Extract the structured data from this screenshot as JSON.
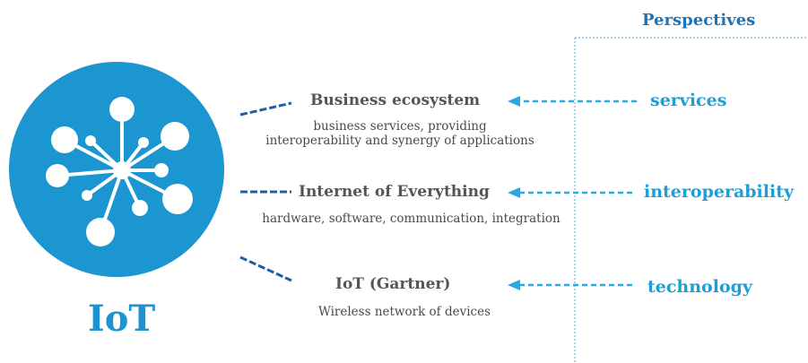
{
  "perspectives": {
    "heading": "Perspectives",
    "items": [
      "services",
      "interoperability",
      "technology"
    ]
  },
  "iot": {
    "label": "IoT"
  },
  "layers": [
    {
      "title": "Business ecosystem",
      "lines": [
        "business services, providing",
        "interoperability and synergy of applications"
      ]
    },
    {
      "title": "Internet of Everything",
      "lines": [
        "hardware, software, communication, integration"
      ]
    },
    {
      "title": "IoT (Gartner)",
      "lines": [
        "Wireless network of devices"
      ]
    }
  ],
  "colors": {
    "iot_circle": "#1b96d0",
    "connector_dark": "#1f5fa8",
    "arrow_light": "#28a9e1",
    "divider": "#5aa9d6",
    "text_gray": "#555555"
  },
  "icons": {
    "hub": "network-hub-icon"
  }
}
